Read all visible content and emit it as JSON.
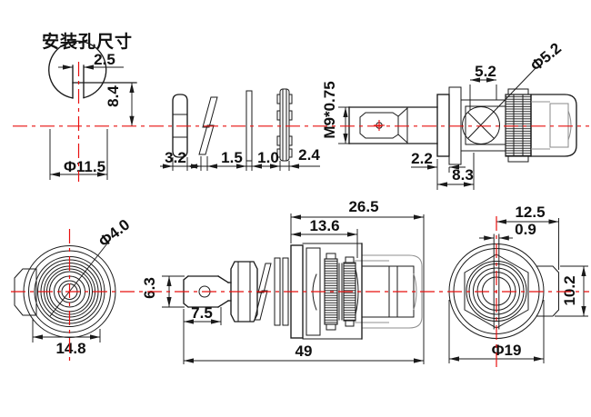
{
  "title": "安装孔尺寸",
  "colors": {
    "line": "#1a1a1a",
    "centerline": "#e8100f",
    "aux_line": "#8f8f8f",
    "background": "#ffffff"
  },
  "views": {
    "hole": {
      "slot_width": "2.5",
      "slot_depth": "8.4",
      "diameter": "Φ11.5"
    },
    "parts": {
      "hex_nut": "3.2",
      "spring_washer": "1.5",
      "flat_washer": "1.0",
      "knurled_washer": "2.4"
    },
    "upper_side": {
      "thread": "M9*0.75",
      "panel_length": "5.2",
      "hole_diameter": "Φ5.2",
      "flange_thickness": "2.2",
      "mount_offset": "8.3"
    },
    "front": {
      "pin_diameter": "Φ4.0",
      "width_across": "14.8"
    },
    "side": {
      "housing_length": "26.5",
      "thread_length": "13.6",
      "lug_height": "6.3",
      "lug_length": "7.5",
      "overall_length": "49"
    },
    "rear": {
      "tab_reach": "12.5",
      "slot_width": "0.9",
      "tab_height": "10.2",
      "body_diameter": "Φ19"
    }
  }
}
